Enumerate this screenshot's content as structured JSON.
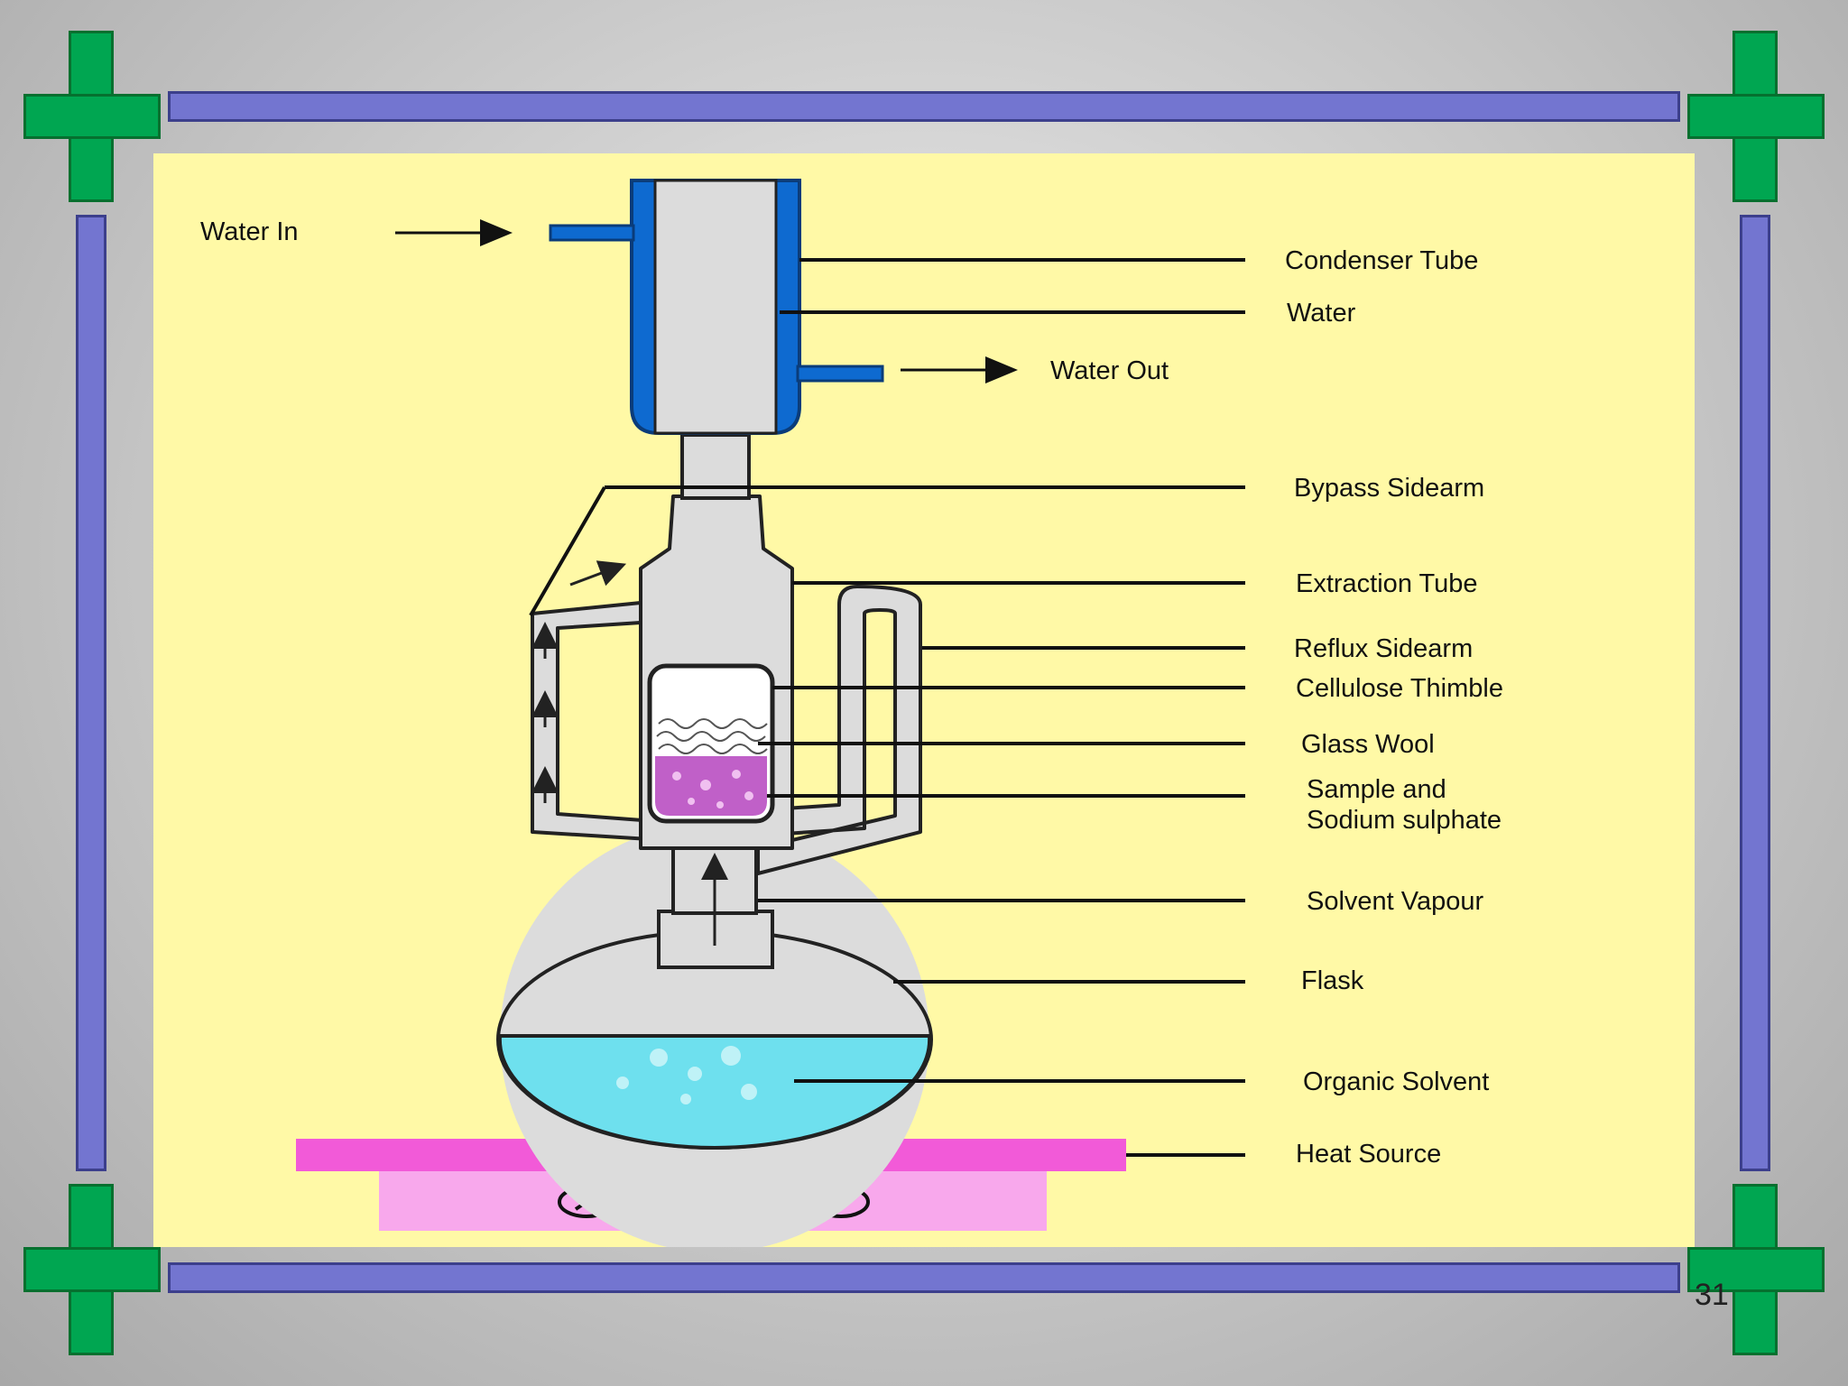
{
  "slide": {
    "page_number": "31"
  },
  "diagram": {
    "labels": {
      "water_in": "Water In",
      "condenser_tube": "Condenser Tube",
      "water": "Water",
      "water_out": "Water Out",
      "bypass_sidearm": "Bypass Sidearm",
      "extraction_tube": "Extraction Tube",
      "reflux_sidearm": "Reflux Sidearm",
      "cellulose_thimble": "Cellulose Thimble",
      "glass_wool": "Glass Wool",
      "sample_line1": "Sample and",
      "sample_line2": "Sodium sulphate",
      "solvent_vapour": "Solvent Vapour",
      "flask": "Flask",
      "organic_solvent": "Organic Solvent",
      "heat_source": "Heat Source"
    },
    "colors": {
      "panel_background": "#fff9a6",
      "condenser_jacket": "#0e6ad0",
      "glassware": "#dcdcdc",
      "solvent": "#6ee0ee",
      "sample": "#c060c8",
      "heat_plate": "#f25ad8",
      "heat_base": "#f8a8ec",
      "frame_bars": "#7375d0",
      "corner_crosses": "#00a651"
    }
  }
}
